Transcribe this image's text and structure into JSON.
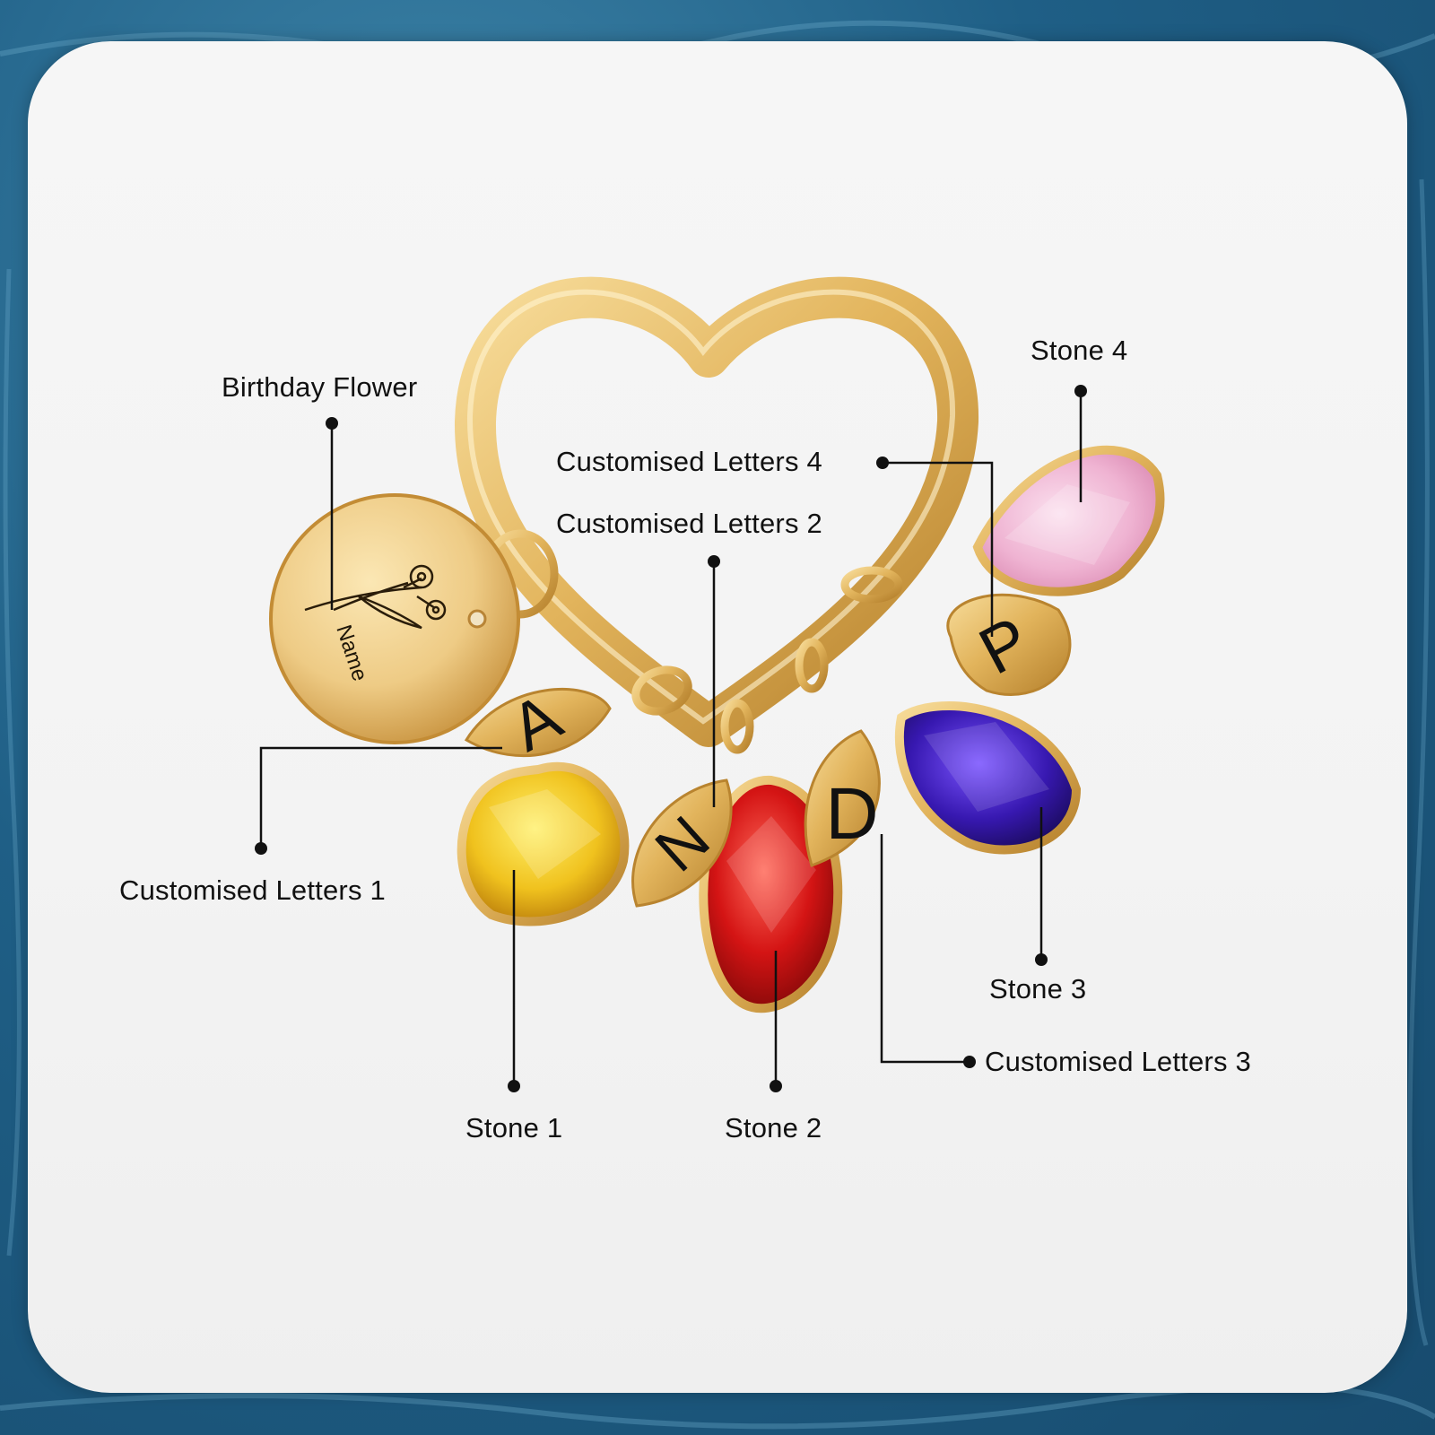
{
  "colors": {
    "background_blue": "#1f5f86",
    "card": "#f3f3f3",
    "gold": "#e0b055",
    "stone_1": "#e8b51e",
    "stone_2": "#c81818",
    "stone_3": "#3a1aa8",
    "stone_4": "#eeb0cf",
    "callout_line": "#111111"
  },
  "charms": {
    "tag_engraving": "Name",
    "letter_1": "A",
    "letter_2": "N",
    "letter_3": "D",
    "letter_4": "P"
  },
  "callouts": {
    "birthday_flower": "Birthday Flower",
    "stone_4": "Stone 4",
    "letters_4": "Customised Letters 4",
    "letters_2": "Customised Letters 2",
    "letters_1": "Customised Letters 1",
    "stone_3": "Stone 3",
    "letters_3": "Customised Letters 3",
    "stone_1": "Stone 1",
    "stone_2": "Stone 2"
  }
}
